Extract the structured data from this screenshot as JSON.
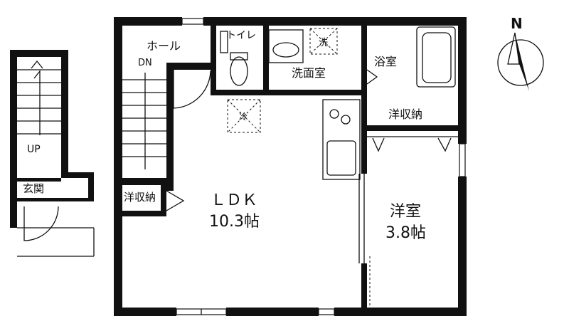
{
  "compass": {
    "label": "N"
  },
  "rooms": {
    "hall": "ホール",
    "down": "DN",
    "toilet": "トイレ",
    "washer": "洗",
    "washroom": "洗面室",
    "bath": "浴室",
    "closet_top": "洋収納",
    "fridge": "冷",
    "up": "UP",
    "entrance": "玄関",
    "closet_left": "洋収納",
    "ldk_name": "ＬＤＫ",
    "ldk_size": "10.3帖",
    "western_name": "洋室",
    "western_size": "3.8帖"
  }
}
